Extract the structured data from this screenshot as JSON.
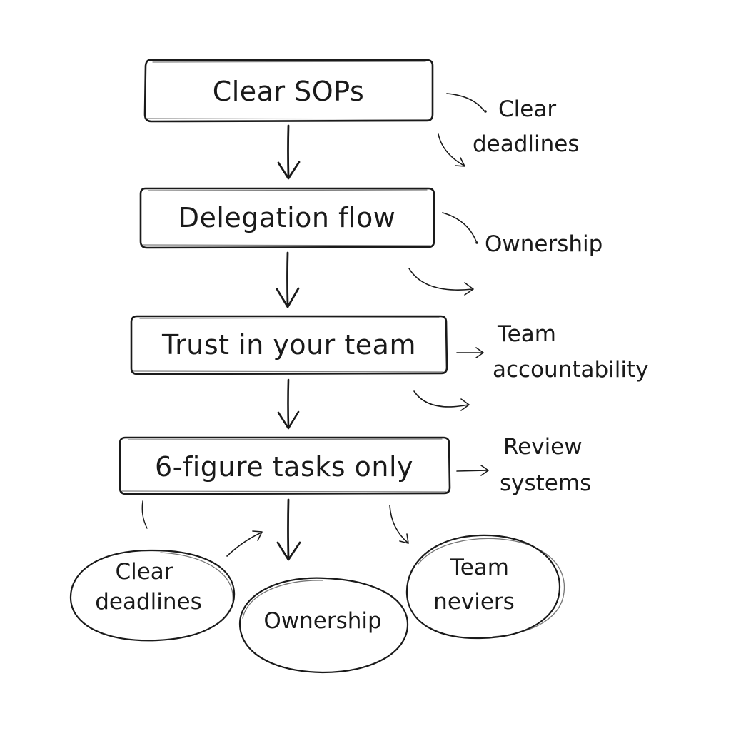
{
  "diagram": {
    "steps": [
      {
        "label": "Clear SOPs"
      },
      {
        "label": "Delegation flow"
      },
      {
        "label": "Trust in your team"
      },
      {
        "label": "6-figure tasks only"
      }
    ],
    "side_notes": [
      {
        "lines": [
          "Clear",
          "deadlines"
        ]
      },
      {
        "lines": [
          "Ownership"
        ]
      },
      {
        "lines": [
          "Team",
          "accountability"
        ]
      },
      {
        "lines": [
          "Review",
          "systems"
        ]
      }
    ],
    "outcomes": [
      {
        "lines": [
          "Clear",
          "deadlines"
        ]
      },
      {
        "lines": [
          "Ownership"
        ]
      },
      {
        "lines": [
          "Team",
          "neviers"
        ]
      }
    ]
  }
}
